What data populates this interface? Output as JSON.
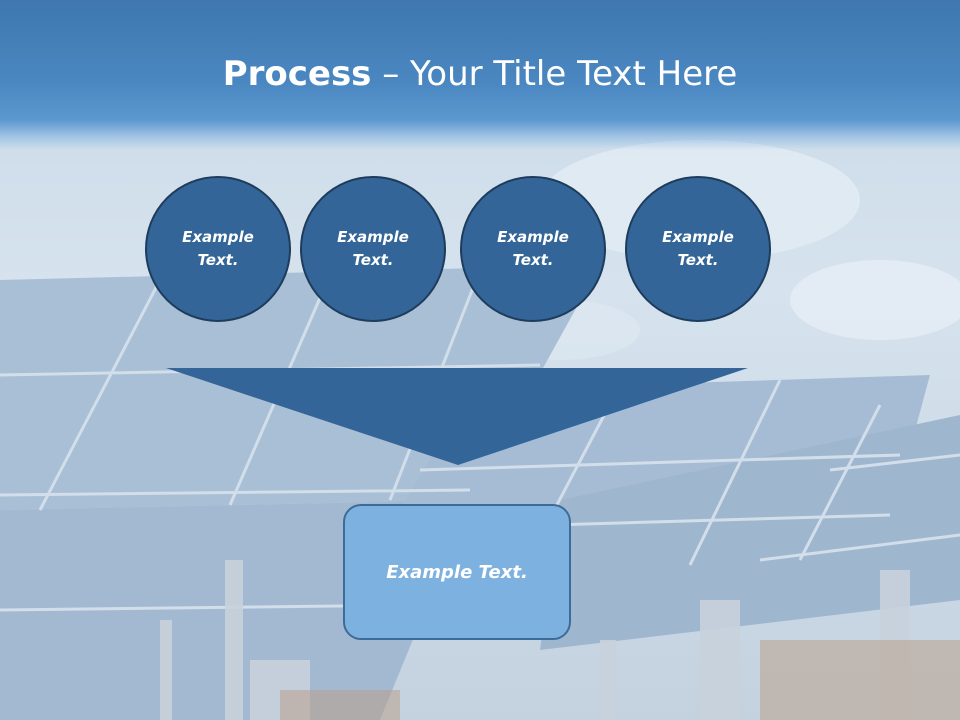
{
  "slide": {
    "title_bold": "Process",
    "title_rest": " – Your Title Text Here",
    "circles": [
      "Example Text.",
      "Example Text.",
      "Example Text.",
      "Example Text."
    ],
    "result_box": "Example Text."
  },
  "colors": {
    "header": "#4a87c1",
    "circle_fill": "#336598",
    "arrow_fill": "#336598",
    "box_fill": "#7db1df"
  }
}
